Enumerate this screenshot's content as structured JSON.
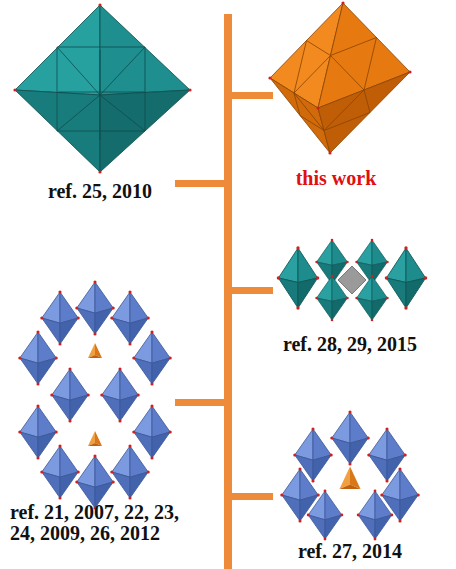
{
  "diagram": {
    "labels": [
      "this work",
      "ref. 25, 2010",
      "ref. 28, 29, 2015",
      "ref. 21, 2007, 22, 23, 24, 2009, 26, 2012",
      "ref. 27, 2014"
    ]
  }
}
